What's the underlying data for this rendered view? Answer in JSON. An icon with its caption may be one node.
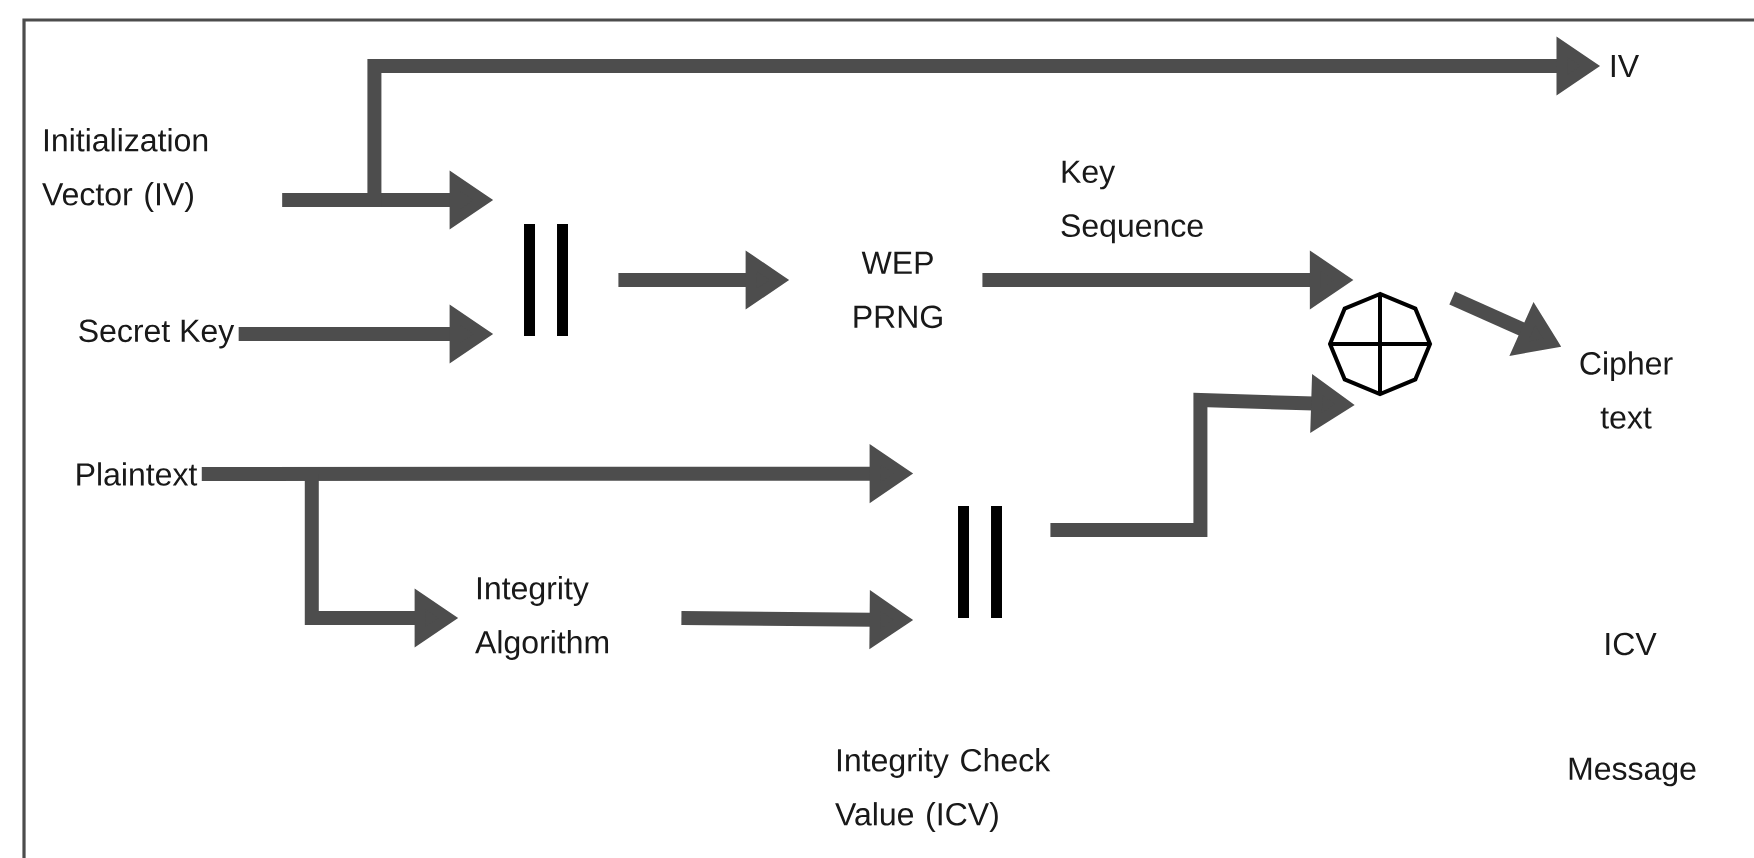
{
  "diagram": {
    "nodes": [
      {
        "text": [
          "Initialization Vector (IV)"
        ]
      },
      {
        "text": [
          "Secret Key"
        ]
      },
      {
        "text": [],
        "shape": "bar"
      },
      {
        "text": [
          "WEP PRNG"
        ]
      },
      {
        "text": [],
        "shape": "octagon"
      },
      {
        "text": [
          "IV"
        ]
      },
      {
        "text": [
          "Cipher text"
        ]
      },
      {
        "text": [
          "Plaintext"
        ]
      },
      {
        "text": [
          "Integrity Algorithm"
        ]
      },
      {
        "text": [],
        "shape": "bar"
      },
      {
        "text": [
          "ICV"
        ]
      },
      {
        "text": [
          "Message"
        ]
      }
    ],
    "edges": [
      {
        "from": 0,
        "to": 2,
        "arrow": "to"
      },
      {
        "from": 0,
        "to": 5,
        "arrow": "to"
      },
      {
        "from": 1,
        "to": 2,
        "arrow": "to"
      },
      {
        "from": 2,
        "to": 3,
        "arrow": "to"
      },
      {
        "from": 3,
        "to": 4,
        "arrow": "to",
        "label": "Key Sequence"
      },
      {
        "from": 4,
        "to": 6,
        "arrow": "to"
      },
      {
        "from": 7,
        "to": 9,
        "arrow": "to"
      },
      {
        "from": 7,
        "to": 8,
        "arrow": "to"
      },
      {
        "from": 8,
        "to": 9,
        "arrow": "to"
      },
      {
        "from": 9,
        "to": 4,
        "arrow": "to"
      }
    ],
    "labels": [
      "Integrity Check Value (ICV)"
    ]
  }
}
